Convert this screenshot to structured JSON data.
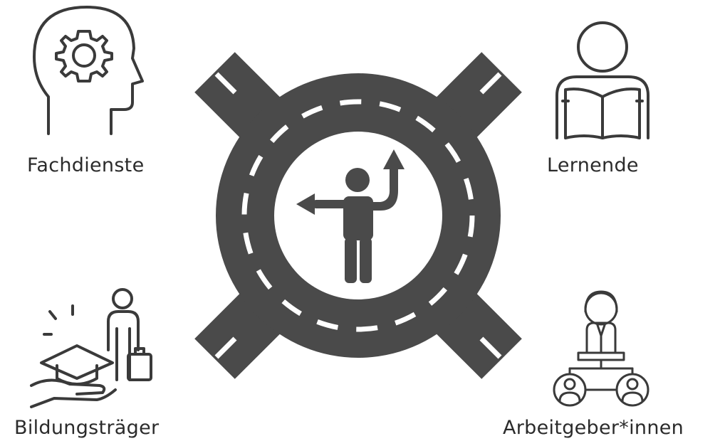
{
  "diagram": {
    "center_icon": "roundabout-with-person-pointing-directions",
    "road_color": "#4a4a4a",
    "lane_marking_color": "#ffffff",
    "icon_stroke_color": "#3a3a3a",
    "stakeholders": [
      {
        "label": "Fachdienste",
        "icon": "head-with-gear-icon"
      },
      {
        "label": "Lernende",
        "icon": "person-reading-book-icon"
      },
      {
        "label": "Bildungsträger",
        "icon": "graduation-cap-hand-person-icon"
      },
      {
        "label": "Arbeitgeber*innen",
        "icon": "employer-network-icon"
      }
    ]
  }
}
